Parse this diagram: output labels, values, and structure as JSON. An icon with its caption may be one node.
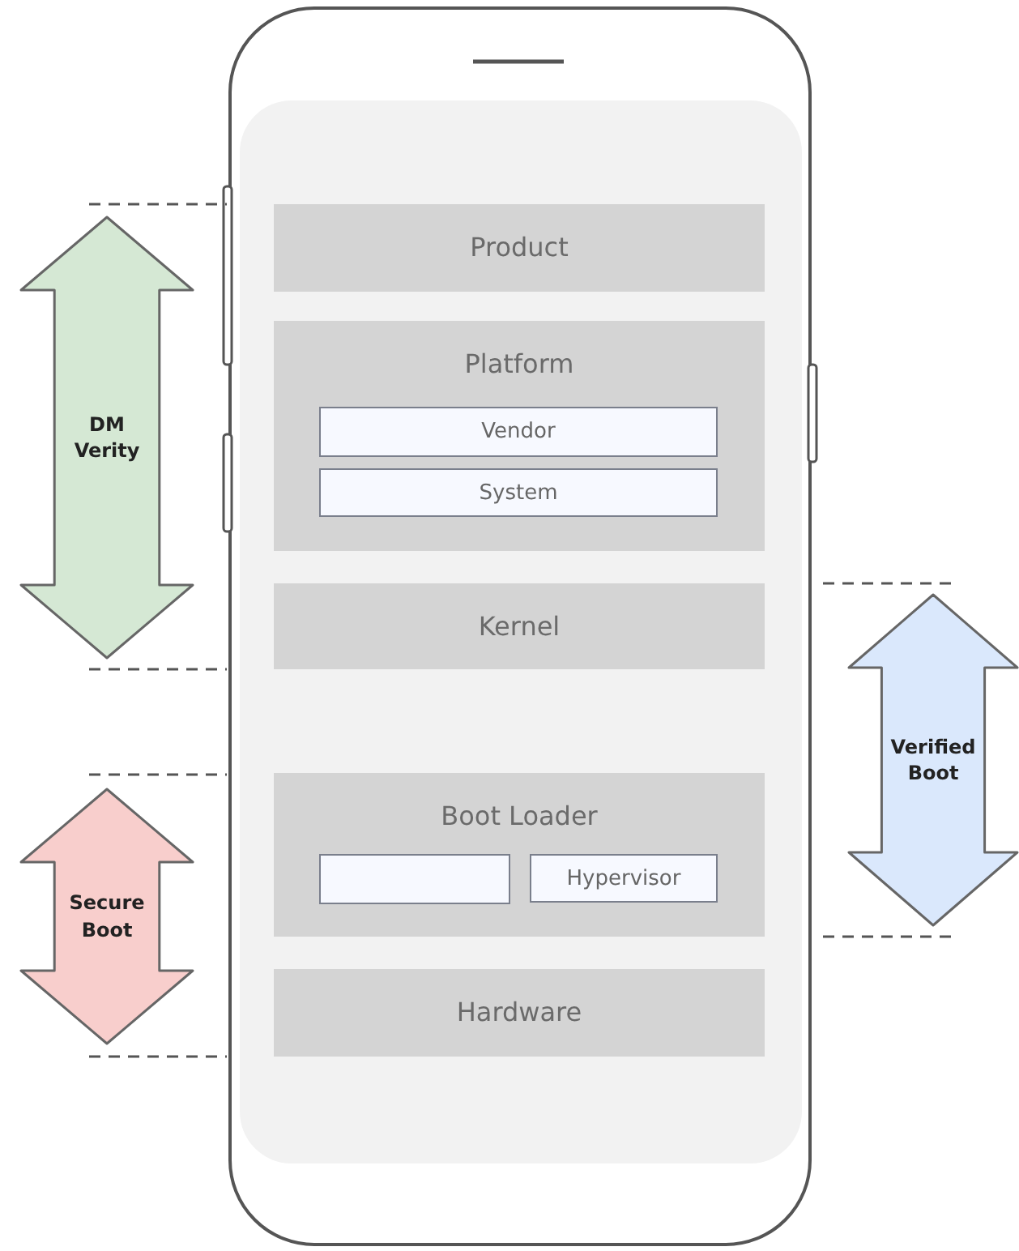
{
  "diagram": {
    "nodes": [
      {
        "text": [
          "Product"
        ]
      },
      {
        "text": [
          "Platform"
        ]
      },
      {
        "text": [
          "Vendor"
        ],
        "in": 1
      },
      {
        "text": [
          "System"
        ],
        "in": 1
      },
      {
        "text": [
          "Kernel"
        ]
      },
      {
        "text": [
          "Boot Loader"
        ]
      },
      {
        "text": [],
        "shape": "box",
        "in": 5
      },
      {
        "text": [
          "Hypervisor"
        ],
        "in": 5
      },
      {
        "text": [
          "Hardware"
        ]
      },
      {
        "text": [
          "DM Verity"
        ]
      },
      {
        "text": [
          "Secure Boot"
        ]
      },
      {
        "text": [
          "Verified Boot"
        ]
      }
    ],
    "edges": []
  }
}
